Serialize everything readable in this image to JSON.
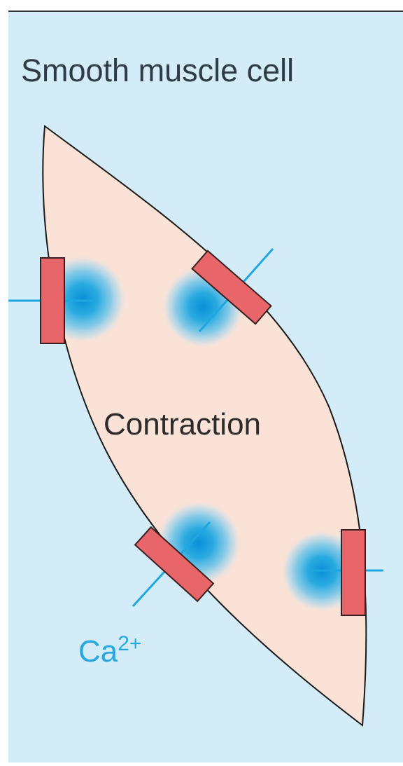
{
  "title": "Smooth muscle cell",
  "center_label": "Contraction",
  "ion_label": {
    "base": "Ca",
    "superscript": "2+"
  },
  "colors": {
    "panel_background": "#d3ecf8",
    "top_rule": "#333333",
    "cell_fill": "#fbe2d6",
    "cell_outline": "#1a1a1a",
    "channel_fill": "#e8666a",
    "channel_outline": "#3a2020",
    "calcium_cloud": "#1ea7e1",
    "calcium_line": "#1ea7e1",
    "title_text": "#2f3b45",
    "label_text": "#2b2b2b",
    "ion_text": "#29a8e0"
  }
}
